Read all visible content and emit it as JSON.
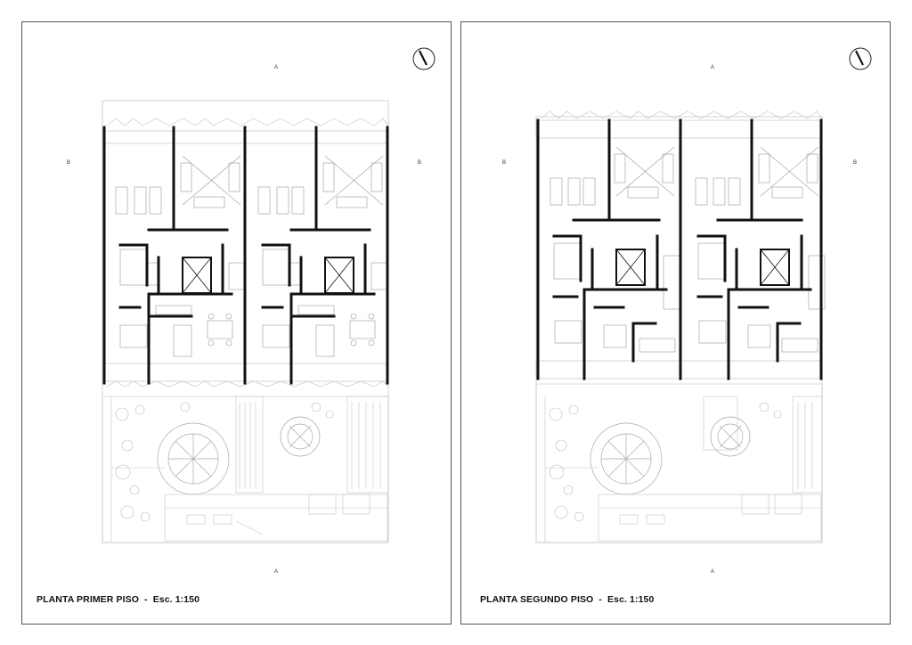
{
  "sheets": [
    {
      "title": "PLANTA PRIMER PISO",
      "separator": "-",
      "scale": "Esc. 1:150",
      "section_marker_a": "A",
      "section_marker_b": "B"
    },
    {
      "title": "PLANTA SEGUNDO PISO",
      "separator": "-",
      "scale": "Esc. 1:150",
      "section_marker_a": "A",
      "section_marker_b": "B"
    }
  ],
  "icons": {
    "north": "north-arrow-icon",
    "tree": "tree-icon",
    "shrub": "shrub-icon"
  },
  "colors": {
    "wall": "#111111",
    "furniture": "#9a9a9a",
    "landscape": "#c4c4c4",
    "sheet_border": "#555555"
  }
}
